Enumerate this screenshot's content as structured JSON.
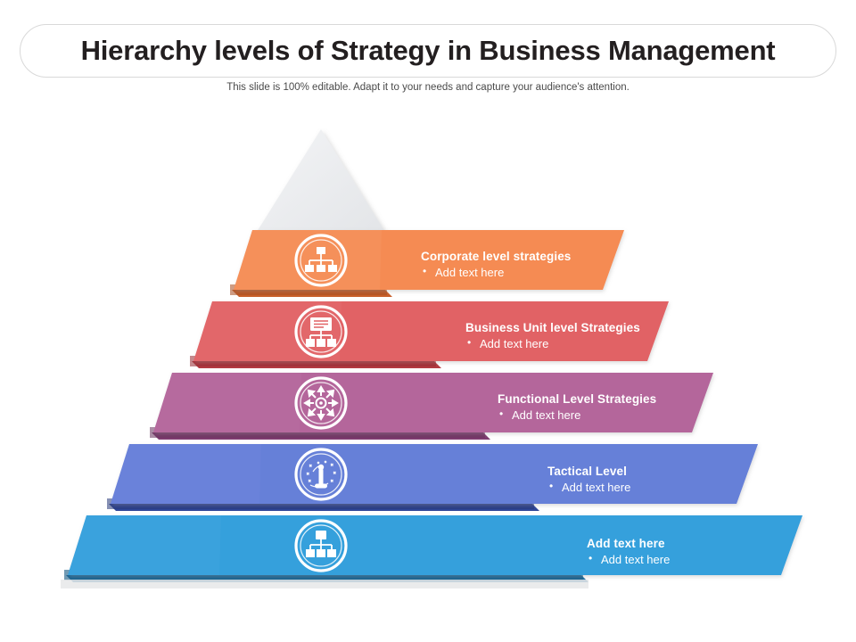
{
  "slide": {
    "title": "Hierarchy levels of Strategy in Business Management",
    "subtitle": "This slide is 100% editable. Adapt it to your needs and capture your audience's attention."
  },
  "pyramid": {
    "apex_color": "#ecedef",
    "levels": [
      {
        "index": 1,
        "heading": "Corporate level strategies",
        "bullet": "Add text here",
        "color": "#F58B52",
        "shadow_color": "#C85F2A",
        "edge_color": "#E57A3E",
        "icon": "org-chart-icon"
      },
      {
        "index": 2,
        "heading": "Business Unit level Strategies",
        "bullet": "Add text here",
        "color": "#E16265",
        "shadow_color": "#B33A41",
        "edge_color": "#D4545A",
        "icon": "server-hierarchy-icon"
      },
      {
        "index": 3,
        "heading": "Functional Level Strategies",
        "bullet": "Add text here",
        "color": "#B4669B",
        "shadow_color": "#7E3C70",
        "edge_color": "#A4578D",
        "icon": "radial-arrows-icon"
      },
      {
        "index": 4,
        "heading": "Tactical Level",
        "bullet": "Add text here",
        "color": "#6680D8",
        "shadow_color": "#2F4698",
        "edge_color": "#5570C8",
        "icon": "person-decision-icon"
      },
      {
        "index": 5,
        "heading": "Add text here",
        "bullet": "Add text here",
        "color": "#35A0DC",
        "shadow_color": "#1C6FA3",
        "edge_color": "#2A90CC",
        "icon": "network-nodes-icon"
      }
    ]
  }
}
